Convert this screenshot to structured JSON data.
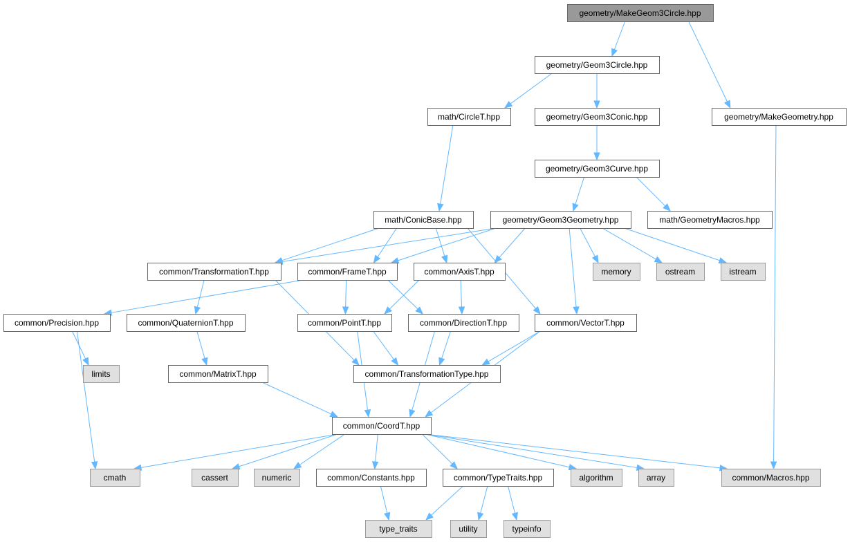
{
  "graph": {
    "type": "include-dependency-graph",
    "colors": {
      "edge": "#63b8ff",
      "main_fill": "#999999",
      "local_fill": "#ffffff",
      "system_fill": "#e0e0e0"
    },
    "nodes": [
      {
        "id": "n1",
        "label": "geometry/MakeGeom3Circle.hpp",
        "kind": "main"
      },
      {
        "id": "n2",
        "label": "geometry/Geom3Circle.hpp",
        "kind": "local"
      },
      {
        "id": "n3",
        "label": "math/CircleT.hpp",
        "kind": "local"
      },
      {
        "id": "n4",
        "label": "geometry/Geom3Conic.hpp",
        "kind": "local"
      },
      {
        "id": "n5",
        "label": "geometry/MakeGeometry.hpp",
        "kind": "local"
      },
      {
        "id": "n6",
        "label": "geometry/Geom3Curve.hpp",
        "kind": "local"
      },
      {
        "id": "n7",
        "label": "math/ConicBase.hpp",
        "kind": "local"
      },
      {
        "id": "n8",
        "label": "geometry/Geom3Geometry.hpp",
        "kind": "local"
      },
      {
        "id": "n9",
        "label": "math/GeometryMacros.hpp",
        "kind": "local"
      },
      {
        "id": "n10",
        "label": "common/TransformationT.hpp",
        "kind": "local"
      },
      {
        "id": "n11",
        "label": "common/FrameT.hpp",
        "kind": "local"
      },
      {
        "id": "n12",
        "label": "common/AxisT.hpp",
        "kind": "local"
      },
      {
        "id": "n13",
        "label": "memory",
        "kind": "system"
      },
      {
        "id": "n14",
        "label": "ostream",
        "kind": "system"
      },
      {
        "id": "n15",
        "label": "istream",
        "kind": "system"
      },
      {
        "id": "n16",
        "label": "common/Precision.hpp",
        "kind": "local"
      },
      {
        "id": "n17",
        "label": "common/QuaternionT.hpp",
        "kind": "local"
      },
      {
        "id": "n18",
        "label": "common/PointT.hpp",
        "kind": "local"
      },
      {
        "id": "n19",
        "label": "common/DirectionT.hpp",
        "kind": "local"
      },
      {
        "id": "n20",
        "label": "common/VectorT.hpp",
        "kind": "local"
      },
      {
        "id": "n21",
        "label": "limits",
        "kind": "system"
      },
      {
        "id": "n22",
        "label": "common/MatrixT.hpp",
        "kind": "local"
      },
      {
        "id": "n23",
        "label": "common/TransformationType.hpp",
        "kind": "local"
      },
      {
        "id": "n24",
        "label": "common/CoordT.hpp",
        "kind": "local"
      },
      {
        "id": "n25",
        "label": "cmath",
        "kind": "system"
      },
      {
        "id": "n26",
        "label": "cassert",
        "kind": "system"
      },
      {
        "id": "n27",
        "label": "numeric",
        "kind": "system"
      },
      {
        "id": "n28",
        "label": "common/Constants.hpp",
        "kind": "local"
      },
      {
        "id": "n29",
        "label": "common/TypeTraits.hpp",
        "kind": "local"
      },
      {
        "id": "n30",
        "label": "algorithm",
        "kind": "system"
      },
      {
        "id": "n31",
        "label": "array",
        "kind": "system"
      },
      {
        "id": "n32",
        "label": "common/Macros.hpp",
        "kind": "system"
      },
      {
        "id": "n33",
        "label": "type_traits",
        "kind": "system"
      },
      {
        "id": "n34",
        "label": "utility",
        "kind": "system"
      },
      {
        "id": "n35",
        "label": "typeinfo",
        "kind": "system"
      }
    ],
    "edges": [
      [
        "n1",
        "n2"
      ],
      [
        "n1",
        "n5"
      ],
      [
        "n2",
        "n3"
      ],
      [
        "n2",
        "n4"
      ],
      [
        "n3",
        "n7"
      ],
      [
        "n4",
        "n6"
      ],
      [
        "n5",
        "n32"
      ],
      [
        "n6",
        "n8"
      ],
      [
        "n6",
        "n9"
      ],
      [
        "n7",
        "n10"
      ],
      [
        "n7",
        "n11"
      ],
      [
        "n7",
        "n12"
      ],
      [
        "n7",
        "n20"
      ],
      [
        "n8",
        "n10"
      ],
      [
        "n8",
        "n11"
      ],
      [
        "n8",
        "n12"
      ],
      [
        "n8",
        "n20"
      ],
      [
        "n8",
        "n13"
      ],
      [
        "n8",
        "n14"
      ],
      [
        "n8",
        "n15"
      ],
      [
        "n10",
        "n17"
      ],
      [
        "n10",
        "n23"
      ],
      [
        "n11",
        "n16"
      ],
      [
        "n11",
        "n18"
      ],
      [
        "n11",
        "n19"
      ],
      [
        "n12",
        "n18"
      ],
      [
        "n12",
        "n19"
      ],
      [
        "n16",
        "n21"
      ],
      [
        "n16",
        "n25"
      ],
      [
        "n17",
        "n22"
      ],
      [
        "n18",
        "n23"
      ],
      [
        "n18",
        "n24"
      ],
      [
        "n19",
        "n23"
      ],
      [
        "n19",
        "n24"
      ],
      [
        "n20",
        "n23"
      ],
      [
        "n20",
        "n24"
      ],
      [
        "n22",
        "n24"
      ],
      [
        "n24",
        "n25"
      ],
      [
        "n24",
        "n26"
      ],
      [
        "n24",
        "n27"
      ],
      [
        "n24",
        "n28"
      ],
      [
        "n24",
        "n29"
      ],
      [
        "n24",
        "n30"
      ],
      [
        "n24",
        "n31"
      ],
      [
        "n24",
        "n32"
      ],
      [
        "n28",
        "n33"
      ],
      [
        "n29",
        "n33"
      ],
      [
        "n29",
        "n34"
      ],
      [
        "n29",
        "n35"
      ]
    ]
  }
}
